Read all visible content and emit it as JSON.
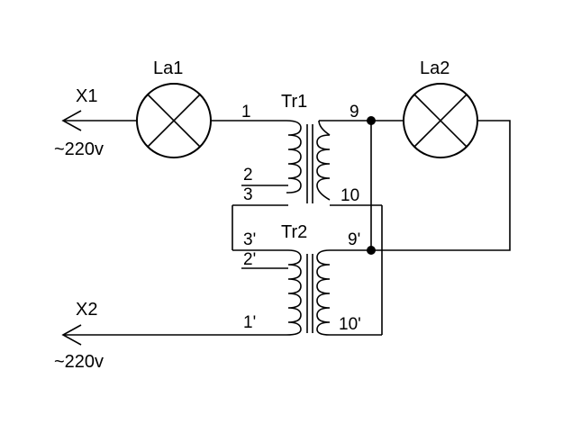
{
  "terminals": {
    "x1": {
      "label": "X1",
      "voltage": "~220v"
    },
    "x2": {
      "label": "X2",
      "voltage": "~220v"
    }
  },
  "lamps": {
    "la1": "La1",
    "la2": "La2"
  },
  "transformers": {
    "tr1": {
      "label": "Tr1",
      "pins": {
        "p1": "1",
        "p2": "2",
        "p3": "3",
        "p9": "9",
        "p10": "10"
      }
    },
    "tr2": {
      "label": "Tr2",
      "pins": {
        "p1": "1'",
        "p2": "2'",
        "p3": "3'",
        "p9": "9'",
        "p10": "10'"
      }
    }
  }
}
